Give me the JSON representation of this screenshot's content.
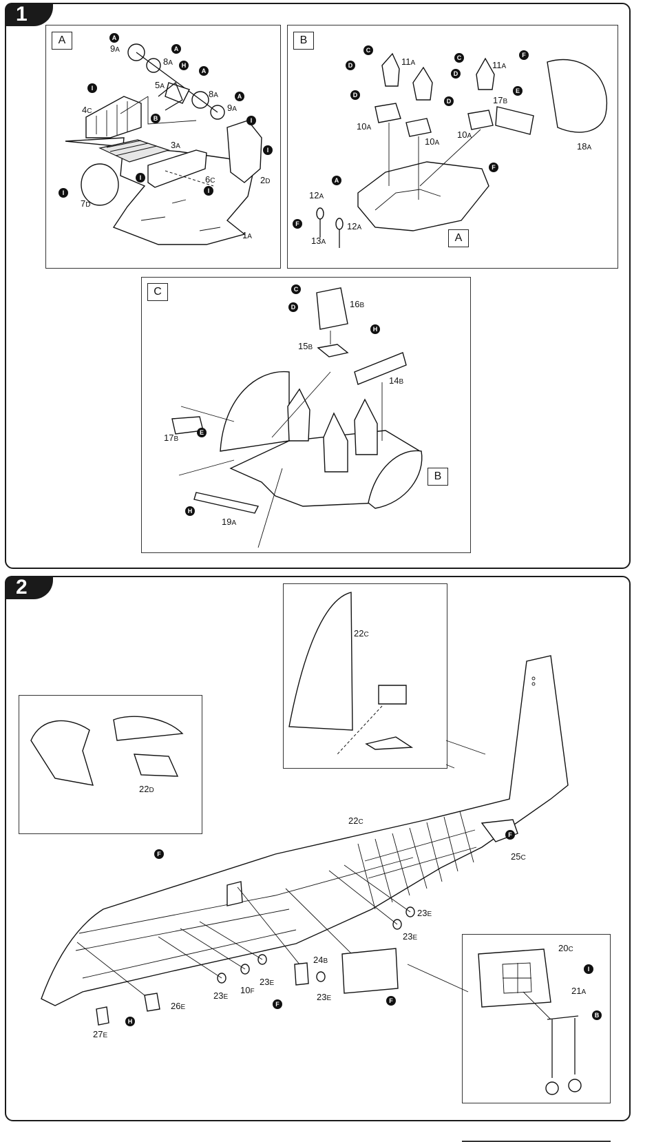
{
  "steps": [
    {
      "number": "1"
    },
    {
      "number": "2"
    }
  ],
  "step1": {
    "panelA": {
      "tag": "A",
      "labels": [
        {
          "num": "9",
          "sub": "A"
        },
        {
          "num": "8",
          "sub": "A"
        },
        {
          "num": "5",
          "sub": "A"
        },
        {
          "num": "8",
          "sub": "A"
        },
        {
          "num": "9",
          "sub": "A"
        },
        {
          "num": "4",
          "sub": "C"
        },
        {
          "num": "3",
          "sub": "A"
        },
        {
          "num": "2",
          "sub": "D"
        },
        {
          "num": "6",
          "sub": "C"
        },
        {
          "num": "7",
          "sub": "D"
        },
        {
          "num": "1",
          "sub": "A"
        }
      ],
      "badges": [
        "A",
        "A",
        "A",
        "H",
        "A",
        "A",
        "B",
        "I",
        "I",
        "I",
        "I",
        "I",
        "I"
      ]
    },
    "panelB": {
      "tag": "B",
      "inner_tag": "A",
      "labels": [
        {
          "num": "11",
          "sub": "A"
        },
        {
          "num": "11",
          "sub": "A"
        },
        {
          "num": "17",
          "sub": "B"
        },
        {
          "num": "10",
          "sub": "A"
        },
        {
          "num": "10",
          "sub": "A"
        },
        {
          "num": "10",
          "sub": "A"
        },
        {
          "num": "18",
          "sub": "A"
        },
        {
          "num": "12",
          "sub": "A"
        },
        {
          "num": "12",
          "sub": "A"
        },
        {
          "num": "13",
          "sub": "A"
        }
      ],
      "badges": [
        "C",
        "C",
        "D",
        "D",
        "D",
        "D",
        "E",
        "F",
        "F",
        "A",
        "F"
      ]
    },
    "panelC": {
      "tag": "C",
      "inner_tag": "B",
      "labels": [
        {
          "num": "16",
          "sub": "B"
        },
        {
          "num": "15",
          "sub": "B"
        },
        {
          "num": "14",
          "sub": "B"
        },
        {
          "num": "17",
          "sub": "B"
        },
        {
          "num": "19",
          "sub": "A"
        }
      ],
      "badges": [
        "C",
        "D",
        "H",
        "E",
        "H"
      ]
    }
  },
  "step2": {
    "labels": [
      {
        "num": "22",
        "sub": "C"
      },
      {
        "num": "22",
        "sub": "D"
      },
      {
        "num": "22",
        "sub": "C"
      },
      {
        "num": "25",
        "sub": "C"
      },
      {
        "num": "23",
        "sub": "E"
      },
      {
        "num": "23",
        "sub": "E"
      },
      {
        "num": "23",
        "sub": "E"
      },
      {
        "num": "10",
        "sub": "F"
      },
      {
        "num": "23",
        "sub": "E"
      },
      {
        "num": "24",
        "sub": "B"
      },
      {
        "num": "23",
        "sub": "E"
      },
      {
        "num": "26",
        "sub": "E"
      },
      {
        "num": "27",
        "sub": "E"
      },
      {
        "num": "20",
        "sub": "C"
      },
      {
        "num": "21",
        "sub": "A"
      }
    ],
    "badges": [
      "F",
      "F",
      "F",
      "F",
      "H",
      "I",
      "B"
    ]
  }
}
